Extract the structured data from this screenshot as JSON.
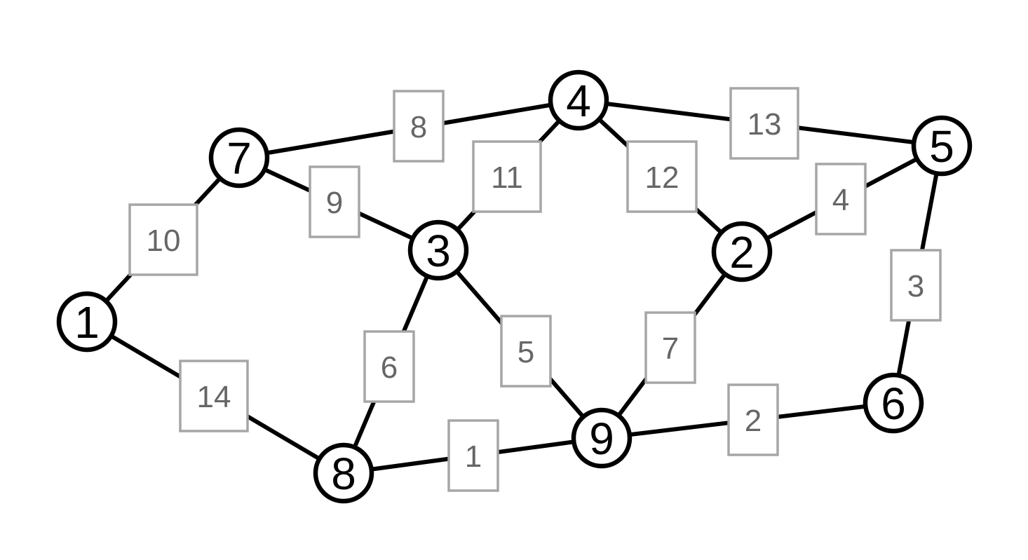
{
  "graph": {
    "nodes": [
      {
        "id": "1",
        "label": "1"
      },
      {
        "id": "2",
        "label": "2"
      },
      {
        "id": "3",
        "label": "3"
      },
      {
        "id": "4",
        "label": "4"
      },
      {
        "id": "5",
        "label": "5"
      },
      {
        "id": "6",
        "label": "6"
      },
      {
        "id": "7",
        "label": "7"
      },
      {
        "id": "8",
        "label": "8"
      },
      {
        "id": "9",
        "label": "9"
      }
    ],
    "edges": [
      {
        "from": "1",
        "to": "7",
        "weight": "10"
      },
      {
        "from": "1",
        "to": "8",
        "weight": "14"
      },
      {
        "from": "7",
        "to": "4",
        "weight": "8"
      },
      {
        "from": "7",
        "to": "3",
        "weight": "9"
      },
      {
        "from": "3",
        "to": "4",
        "weight": "11"
      },
      {
        "from": "3",
        "to": "8",
        "weight": "6"
      },
      {
        "from": "3",
        "to": "9",
        "weight": "5"
      },
      {
        "from": "4",
        "to": "2",
        "weight": "12"
      },
      {
        "from": "4",
        "to": "5",
        "weight": "13"
      },
      {
        "from": "2",
        "to": "5",
        "weight": "4"
      },
      {
        "from": "2",
        "to": "9",
        "weight": "7"
      },
      {
        "from": "5",
        "to": "6",
        "weight": "3"
      },
      {
        "from": "9",
        "to": "6",
        "weight": "2"
      },
      {
        "from": "8",
        "to": "9",
        "weight": "1"
      }
    ]
  },
  "colors": {
    "edge": "#000000",
    "node_stroke": "#000000",
    "node_fill": "#ffffff",
    "weight_box_stroke": "#a6a6a6",
    "weight_text": "#666666"
  }
}
